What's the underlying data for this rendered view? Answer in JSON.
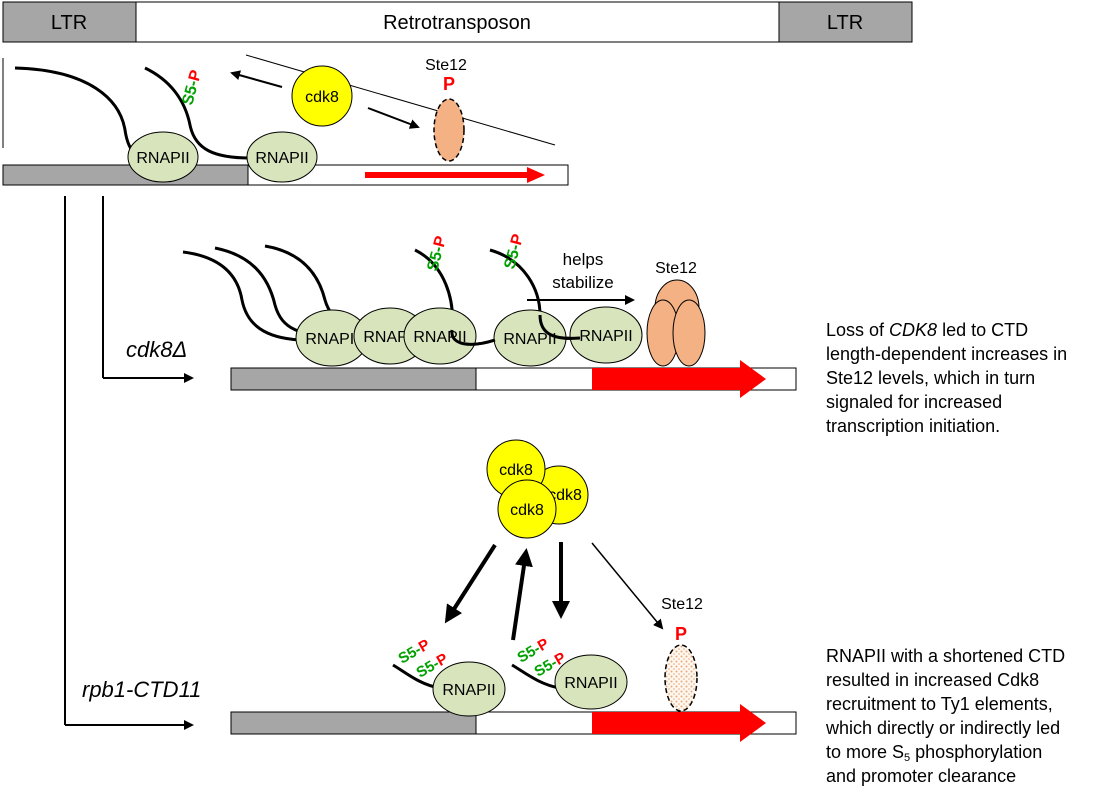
{
  "top_bar": {
    "ltr_left": "LTR",
    "middle": "Retrotransposon",
    "ltr_right": "LTR"
  },
  "labels": {
    "rnapii": "RNAPII",
    "cdk8": "cdk8",
    "ste12": "Ste12",
    "p": "P",
    "s5": "S5-",
    "helps": "helps",
    "stabilize": "stabilize",
    "cdk8_delta": "cdk8Δ",
    "rpb1": "rpb1-CTD11"
  },
  "note1": {
    "l1_pre": "Loss of ",
    "l1_em": "CDK8",
    "l1_post": " led to CTD",
    "l2": "length-dependent increases in",
    "l3": "Ste12 levels, which in turn",
    "l4": "signaled for increased",
    "l5": "transcription initiation."
  },
  "note2": {
    "l1": "RNAPII with a shortened CTD",
    "l2": "resulted in increased Cdk8",
    "l3": "recruitment to Ty1 elements,",
    "l4": "which directly or indirectly led",
    "l5_pre": "to more S",
    "l5_sub": "5",
    "l5_post": " phosphorylation",
    "l6": "and promoter clearance"
  },
  "colors": {
    "gray": "#a6a6a6",
    "rnapii_fill": "#d8e4bc",
    "cdk8_fill": "#ffff00",
    "ste12_fill": "#f4b183",
    "arrow_red": "#ff0000",
    "s5_green": "#00a000",
    "p_red": "#ff0000"
  }
}
